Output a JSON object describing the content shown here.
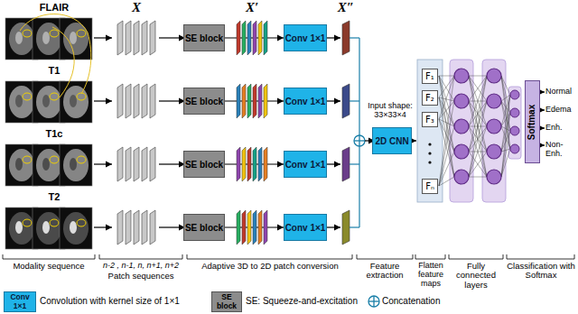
{
  "diagram": {
    "nodes": [
      {
        "text": [
          "SE block"
        ]
      },
      {
        "text": [
          "Conv 1×1"
        ]
      },
      {
        "text": [
          "SE block"
        ]
      },
      {
        "text": [
          "Conv 1×1"
        ]
      },
      {
        "text": [
          "SE block"
        ]
      },
      {
        "text": [
          "Conv 1×1"
        ]
      },
      {
        "text": [
          "SE block"
        ]
      },
      {
        "text": [
          "Conv 1×1"
        ]
      },
      {
        "text": [
          "2D CNN"
        ]
      },
      {
        "text": [
          "F₁"
        ]
      },
      {
        "text": [
          "F₂"
        ]
      },
      {
        "text": [
          "F₃"
        ]
      },
      {
        "text": [
          "Fₙ"
        ]
      },
      {
        "text": [
          "Softmax"
        ]
      }
    ],
    "edges": [
      {
        "from": 0,
        "to": 1,
        "arrow": "to"
      },
      {
        "from": 2,
        "to": 3,
        "arrow": "to"
      },
      {
        "from": 4,
        "to": 5,
        "arrow": "to"
      },
      {
        "from": 6,
        "to": 7,
        "arrow": "to"
      }
    ],
    "labels": [
      "FLAIR",
      "T1",
      "T1c",
      "T2",
      "X",
      "X′",
      "X″",
      "Input shape: 33×33×4",
      "Normal",
      "Edema",
      "Enh.",
      "Non-Enh.",
      "Modality sequence",
      "n-2 , n-1, n, n+1, n+2",
      "Patch sequences",
      "Adaptive 3D to 2D patch conversion",
      "Feature extraction",
      "Flatten feature maps",
      "Fully connected layers",
      "Classification with Softmax",
      "Conv 1×1",
      "SE block"
    ],
    "legend": [
      {
        "text": "Convolution with kernel size of 1×1",
        "color": "#1fb3e8"
      },
      {
        "text": "SE: Squeeze-and-excitation",
        "color": "#8c8c8c"
      },
      {
        "text": "Concatenation"
      }
    ]
  }
}
